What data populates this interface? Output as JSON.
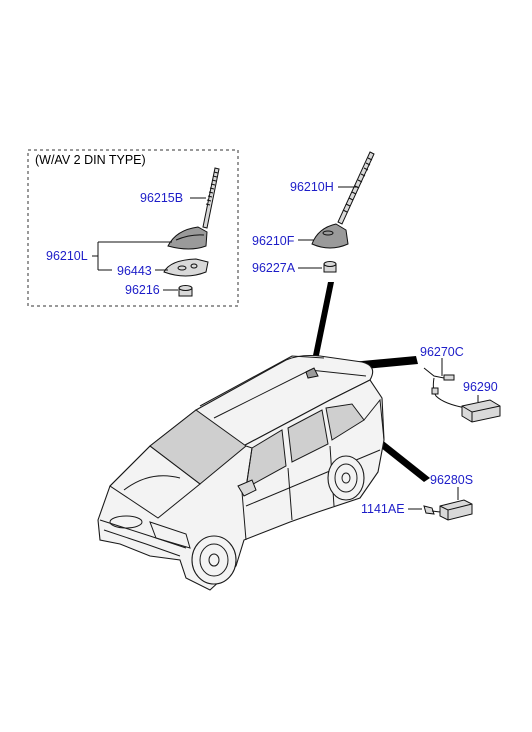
{
  "box": {
    "title": "(W/AV 2 DIN TYPE)"
  },
  "parts": {
    "p96215B": "96215B",
    "p96210L": "96210L",
    "p96443": "96443",
    "p96216": "96216",
    "p96210H": "96210H",
    "p96210F": "96210F",
    "p96227A": "96227A",
    "p96270C": "96270C",
    "p96290": "96290",
    "p96280S": "96280S",
    "p1141AE": "1141AE"
  }
}
